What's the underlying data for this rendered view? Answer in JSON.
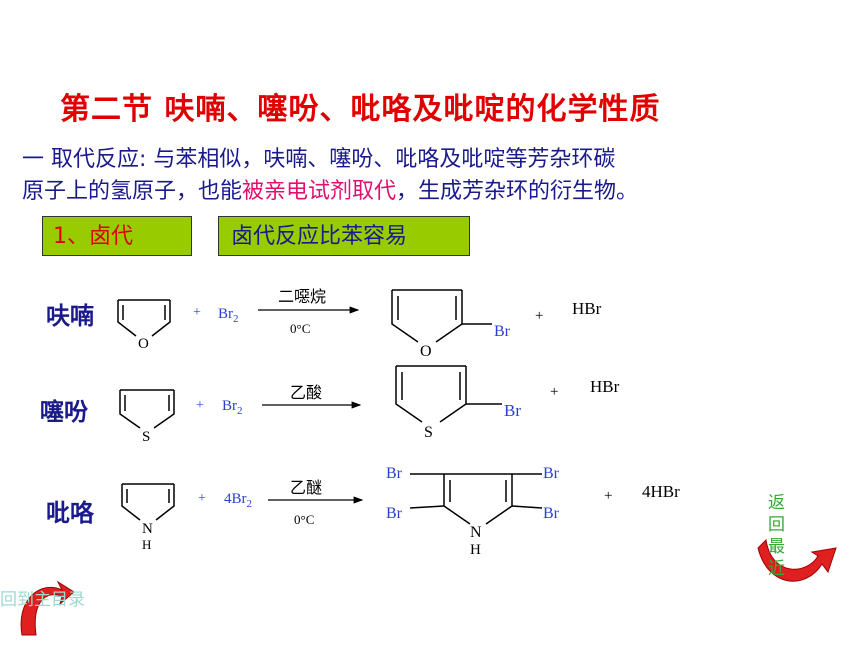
{
  "title": "第二节  呋喃、噻吩、吡咯及吡啶的化学性质",
  "intro": {
    "line1_prefix": "一  取代反应:",
    "line1_rest": " 与苯相似，呋喃、噻吩、吡咯及吡啶等芳杂环碳",
    "line2_a": "原子上的氢原子，也能",
    "line2_highlight": "被亲电试剂取代",
    "line2_b": "，生成芳杂环的衍生物。"
  },
  "section_label": "1、卤代",
  "section_note": "卤代反应比苯容易",
  "reactions": [
    {
      "name": "呋喃",
      "reagent": "Br",
      "reagent_sub": "2",
      "condition_top": "二噁烷",
      "condition_bottom": "0°C",
      "hetero": "O",
      "sub": "Br",
      "byproduct": "HBr",
      "plus": "+"
    },
    {
      "name": "噻吩",
      "reagent": "Br",
      "reagent_sub": "2",
      "condition_top": "乙酸",
      "condition_bottom": "",
      "hetero": "S",
      "sub": "Br",
      "byproduct": "HBr",
      "plus": "+"
    },
    {
      "name": "吡咯",
      "reagent": "4Br",
      "reagent_sub": "2",
      "condition_top": "乙醚",
      "condition_bottom": "0°C",
      "hetero": "N",
      "hetero_h": "H",
      "sub": "Br",
      "byproduct": "4HBr",
      "plus": "+"
    }
  ],
  "nav": {
    "back_main": "回到主目录",
    "back_recent": "返回最近"
  },
  "colors": {
    "title": "#e00000",
    "body_text": "#1a1a8c",
    "highlight": "#e01070",
    "label_bg": "#99cc00",
    "reagent": "#2a3fd0",
    "arrow_red": "#e02020"
  }
}
